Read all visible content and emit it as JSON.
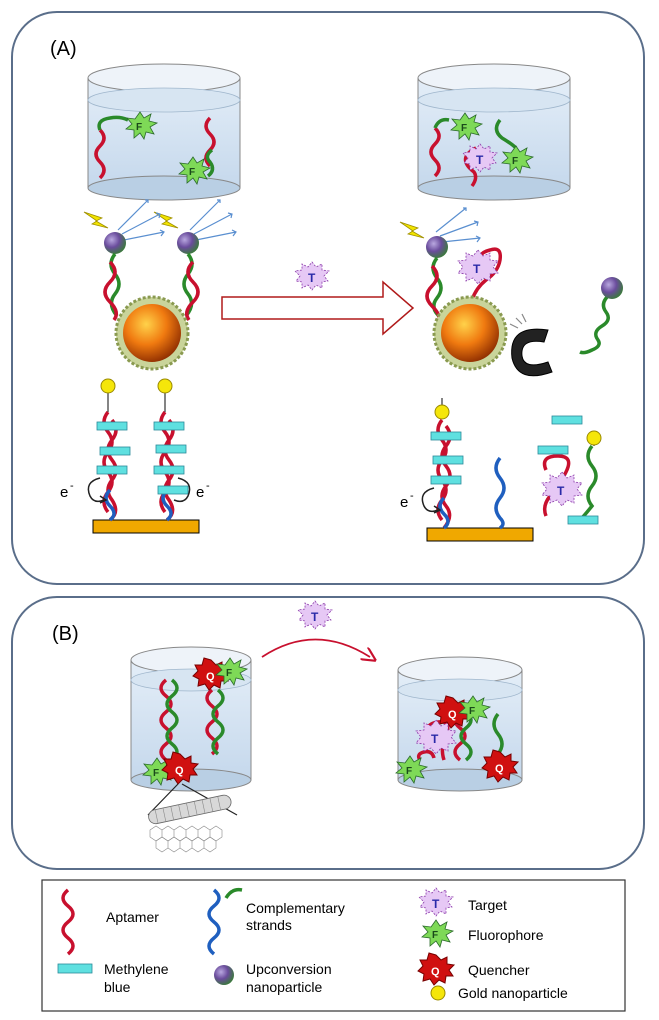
{
  "panel_a": {
    "label": "(A)"
  },
  "panel_b": {
    "label": "(B)"
  },
  "glyphs": {
    "target": "T",
    "fluorophore": "F",
    "quencher": "Q",
    "electron": "e",
    "electron_sup": "-"
  },
  "legend": {
    "aptamer": "Aptamer",
    "complementary_1": "Complementary",
    "complementary_2": "strands",
    "target": "Target",
    "fluorophore": "Fluorophore",
    "methylene_1": "Methylene",
    "methylene_2": "blue",
    "upconversion_1": "Upconversion",
    "upconversion_2": "nanoparticle",
    "quencher": "Quencher",
    "gold": "Gold nanoparticle"
  },
  "colors": {
    "aptamer": "#c8102e",
    "complementary_blue": "#1f5fbf",
    "complementary_green": "#2a8a2a",
    "fluorophore": "#7ed957",
    "quencher": "#d01010",
    "target": "#e6c8f5",
    "methylene_blue": "#5fe0e0",
    "gold_np": "#f5e60a",
    "upconversion": "#6a4c9c",
    "electrode": "#f0a800",
    "panel_border": "#5a6e8a"
  }
}
